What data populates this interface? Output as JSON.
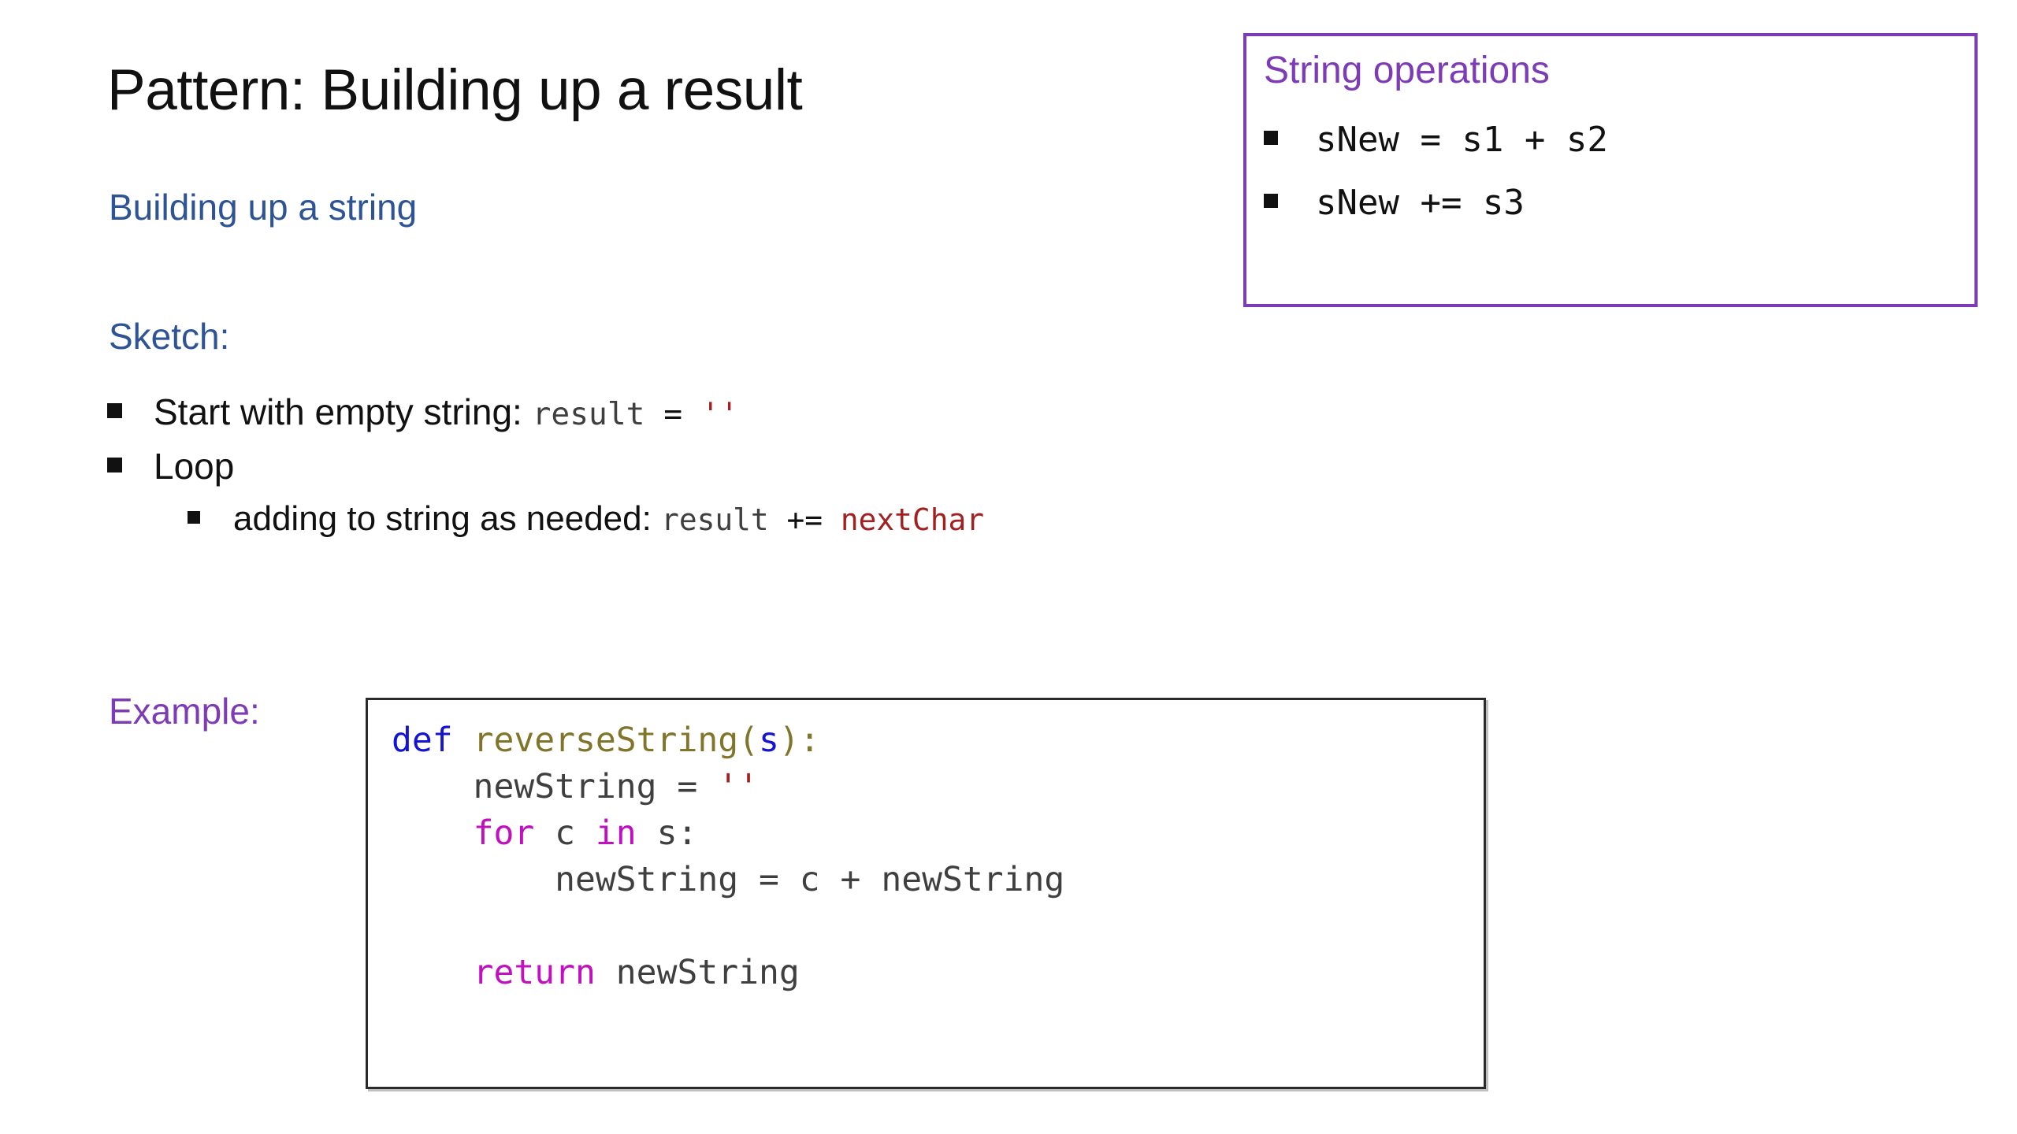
{
  "slide": {
    "title": "Pattern: Building up a result",
    "subtitle": "Building up a string",
    "sketch_label": "Sketch:",
    "example_label": "Example:"
  },
  "sketch": {
    "bullets": [
      {
        "level": 1,
        "prose": "Start with empty string: ",
        "code_var": "result",
        "code_op": " = ",
        "code_value": "''"
      },
      {
        "level": 1,
        "prose": "Loop",
        "code_var": "",
        "code_op": "",
        "code_value": ""
      },
      {
        "level": 2,
        "prose": "adding to string as needed: ",
        "code_var": "result",
        "code_op": " += ",
        "code_value": "nextChar"
      }
    ]
  },
  "ops_box": {
    "title": "String operations",
    "items": [
      "sNew = s1 + s2",
      "sNew += s3"
    ]
  },
  "code": {
    "line1_def": "def",
    "line1_space": " ",
    "line1_fn": "reverseString",
    "line1_open": "(",
    "line1_arg": "s",
    "line1_close": "):",
    "line2": "    newString = ",
    "line2_str": "''",
    "line3_indent": "    ",
    "line3_for": "for",
    "line3_mid": " c ",
    "line3_in": "in",
    "line3_end": " s:",
    "line4": "        newString = c + newString",
    "line5_blank": "",
    "line6_indent": "    ",
    "line6_return": "return",
    "line6_rest": " newString"
  },
  "colors": {
    "title": "#111111",
    "subtitle_blue": "#2E5496",
    "accent_purple": "#7D3BB5",
    "code_string_red": "#A32020",
    "code_keyword_magenta": "#C010C0",
    "code_def_blue": "#1414D2",
    "code_fn_olive": "#80752B",
    "code_body_gray": "#3F3F3F"
  },
  "icons": {
    "bullet": "square-bullet-icon"
  }
}
